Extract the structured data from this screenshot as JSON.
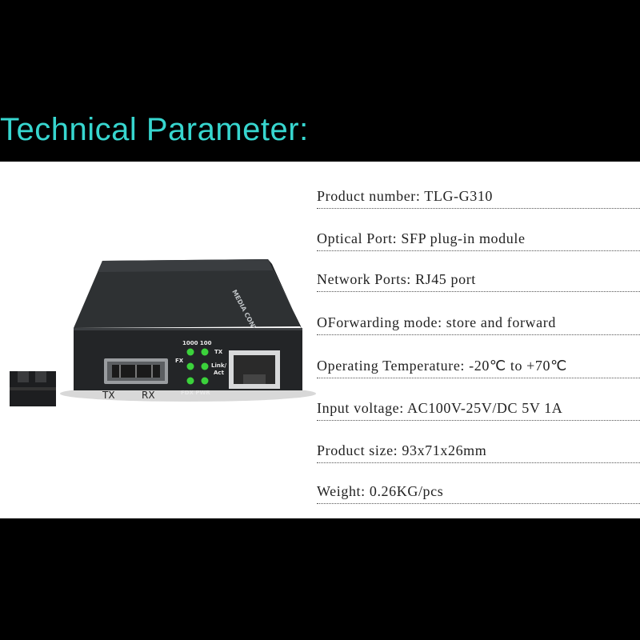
{
  "header": {
    "title": "Technical Parameter:"
  },
  "specs": [
    "Product number: TLG-G310",
    "Optical Port: SFP plug-in module",
    "Network Ports: RJ45 port",
    "OForwarding mode: store and forward",
    "Operating Temperature: -20℃ to +70℃",
    "Input voltage: AC100V-25V/DC 5V 1A",
    "Product size: 93x71x26mm",
    "Weight: 0.26KG/pcs"
  ],
  "device": {
    "top_label": "MEDIA CONVERTER",
    "sfp_tx": "TX",
    "sfp_rx": "RX",
    "led_1000_100": "1000 100",
    "led_fx": "FX",
    "led_tx": "TX",
    "led_link": "Link/",
    "led_act": "Act",
    "led_fdx_pwr": "FDX PWR"
  },
  "colors": {
    "title": "#37d6cf",
    "led_green": "#3bd23b"
  }
}
